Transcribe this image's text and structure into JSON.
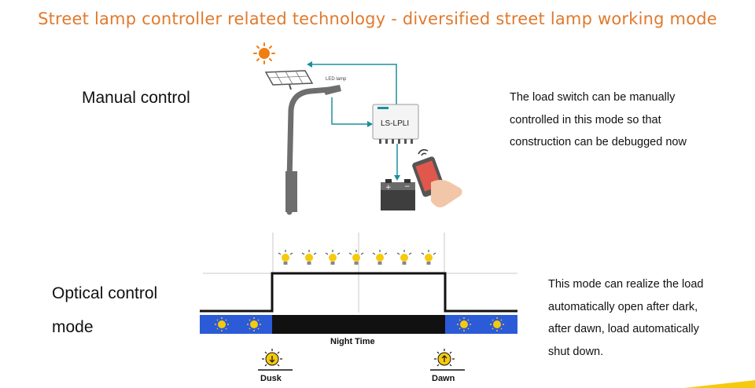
{
  "title": "Street lamp controller related technology - diversified street lamp working mode",
  "manual": {
    "label": "Manual control",
    "description": [
      "The load switch can be manually",
      "controlled in this mode so that",
      "construction can be debugged now"
    ],
    "led_label": "LED lamp",
    "controller_label": "LS-LPLI"
  },
  "optical": {
    "label_line1": "Optical control",
    "label_line2": "mode",
    "description": [
      "This mode can realize the load",
      "automatically open after dark,",
      "after dawn, load automatically",
      "shut down."
    ],
    "night_label": "Night Time",
    "dusk_label": "Dusk",
    "dawn_label": "Dawn"
  },
  "colors": {
    "title": "#e07a2e",
    "strip_day": "#2c5bd8",
    "strip_night": "#111111",
    "sun": "#f6c90e",
    "moon": "#f6c90e",
    "wire": "#1a8fa0",
    "orange_sun": "#f07f12"
  },
  "icons": [
    "sun-icon",
    "solar-panel-icon",
    "street-lamp-icon",
    "controller-icon",
    "battery-icon",
    "remote-phone-icon",
    "bulb-icon",
    "moon-icon",
    "dusk-icon",
    "dawn-icon"
  ]
}
